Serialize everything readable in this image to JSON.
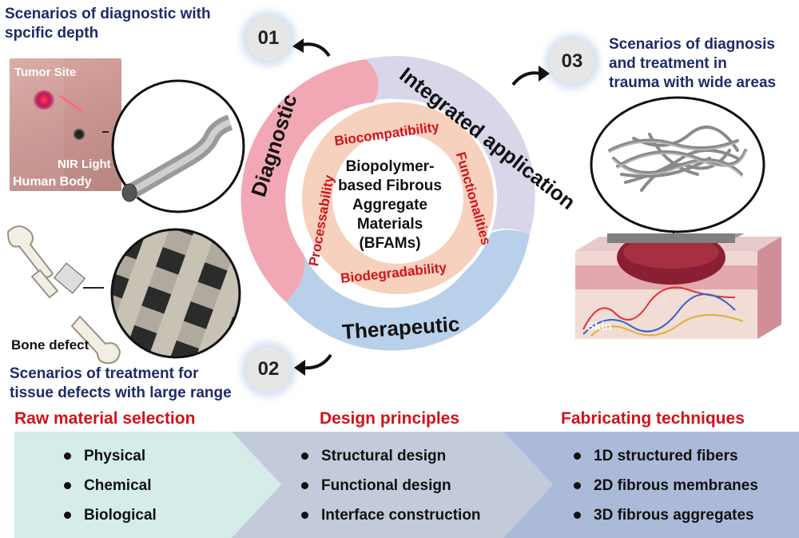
{
  "scenarios": {
    "top_left": [
      "Scenarios of diagnostic with",
      "spcific depth"
    ],
    "top_right": [
      "Scenarios of diagnosis",
      "and treatment  in",
      "trauma with wide areas"
    ],
    "bottom_left": [
      "Scenarios of treatment for",
      "tissue defects with large range"
    ]
  },
  "badges": {
    "b1": "01",
    "b2": "02",
    "b3": "03"
  },
  "photo_labels": {
    "tumor_site": "Tumor Site",
    "nir_light": "NIR Light",
    "human_body": "Human Body",
    "bone_defect": "Bone defect",
    "skin": "Skin"
  },
  "ring": {
    "outer": {
      "diagnostic": "Diagnostic",
      "integrated": "Integrated application",
      "therapeutic": "Therapeutic"
    },
    "inner": {
      "biocompatibility": "Biocompatibility",
      "functionalities": "Functionalities",
      "biodegradability": "Biodegradability",
      "processability": "Processability"
    },
    "center": [
      "Biopolymer-",
      "based Fibrous",
      "Aggregate",
      "Materials",
      "(BFAMs)"
    ]
  },
  "sections": [
    {
      "title": "Raw material selection",
      "items": [
        "Physical",
        "Chemical",
        "Biological"
      ]
    },
    {
      "title": "Design principles",
      "items": [
        "Structural design",
        "Functional design",
        "Interface construction"
      ]
    },
    {
      "title": "Fabricating techniques",
      "items": [
        "1D structured fibers",
        "2D fibrous membranes",
        "3D fibrous aggregates"
      ]
    }
  ],
  "colors": {
    "navy_text": "#1f2a6b",
    "section_title": "#d0121b",
    "ring_diagnostic": "#f2a7b4",
    "ring_integrated": "#d9d6ea",
    "ring_therapeutic": "#b9d0ea",
    "inner_ring": "#f6d1bd",
    "band1": "#d5ece8",
    "band2": "#c3cad9",
    "band3": "#aabad8"
  }
}
